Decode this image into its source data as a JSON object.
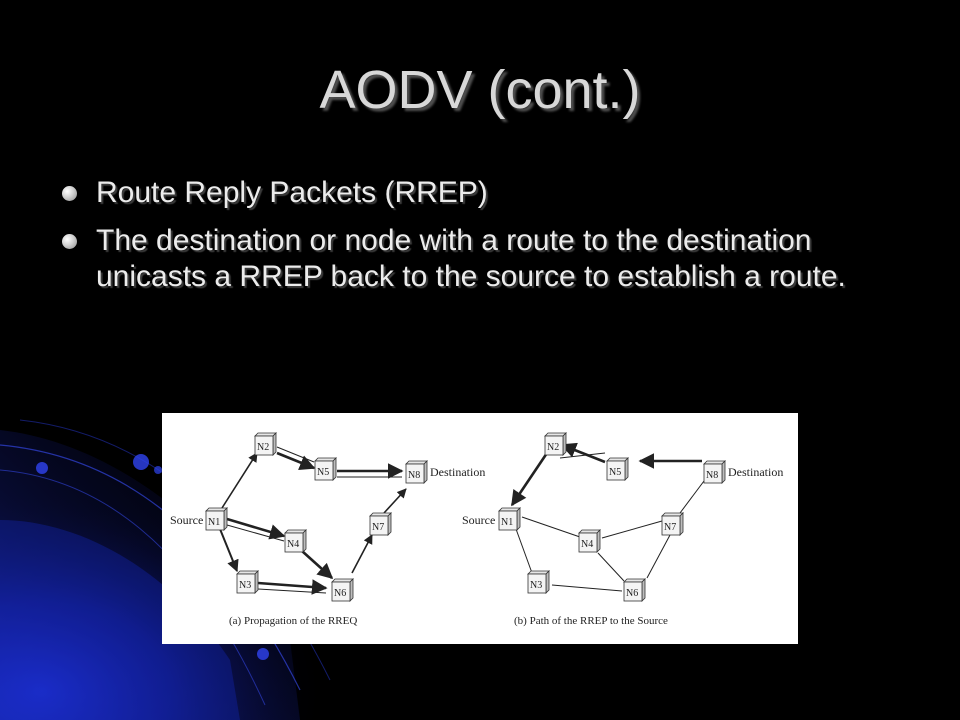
{
  "slide": {
    "title": "AODV (cont.)",
    "bullets": [
      "Route Reply Packets (RREP)",
      "The destination or node with a route to the destination unicasts a RREP back to the source to establish a route."
    ]
  },
  "figure": {
    "left_panel": {
      "caption": "(a) Propagation of the RREQ",
      "source_label": "Source",
      "destination_label": "Destination",
      "nodes": [
        "N1",
        "N2",
        "N3",
        "N4",
        "N5",
        "N6",
        "N7",
        "N8"
      ]
    },
    "right_panel": {
      "caption": "(b) Path of the RREP to the Source",
      "source_label": "Source",
      "destination_label": "Destination",
      "nodes": [
        "N1",
        "N2",
        "N3",
        "N4",
        "N5",
        "N6",
        "N7",
        "N8"
      ]
    }
  },
  "colors": {
    "background": "#000000",
    "accent_blue": "#1a2cc8",
    "text": "#ececec",
    "bullet": "#cfcfcf"
  }
}
